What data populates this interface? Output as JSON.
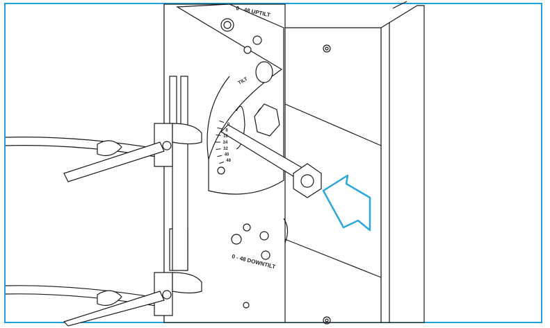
{
  "diagram": {
    "labels": {
      "uptilt": "0 - 48 UPTILT",
      "tilt": "TILT",
      "downtilt": "0 - 48 DOWNTILT"
    },
    "scale_ticks": [
      "48",
      "40",
      "32",
      "24",
      "16",
      "8",
      "0"
    ],
    "colors": {
      "border": "#1ea0d8",
      "arrow": "#2aa7dc",
      "line": "#1a1a1a"
    },
    "icons": [
      "indicator-arrow-icon"
    ]
  }
}
